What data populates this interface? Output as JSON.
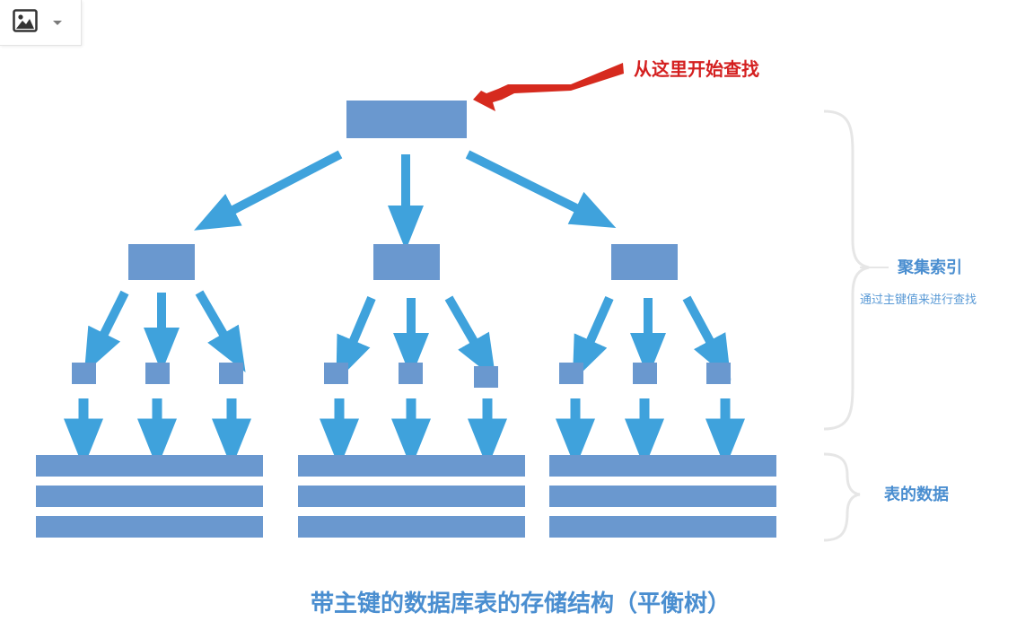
{
  "toolbar": {
    "image_icon": "image-icon",
    "dropdown_icon": "caret-down-icon"
  },
  "diagram": {
    "start_label": "从这里开始查找",
    "clustered_index_label": "聚集索引",
    "clustered_index_note": "通过主键值来进行查找",
    "table_data_label": "表的数据",
    "caption": "带主键的数据库表的存储结构（平衡树）"
  },
  "colors": {
    "node": "#6a98cf",
    "arrow": "#3fa2dc",
    "pointer": "#d62a1e",
    "brace": "#e6e6e6",
    "text_blue": "#4a8ed0"
  }
}
